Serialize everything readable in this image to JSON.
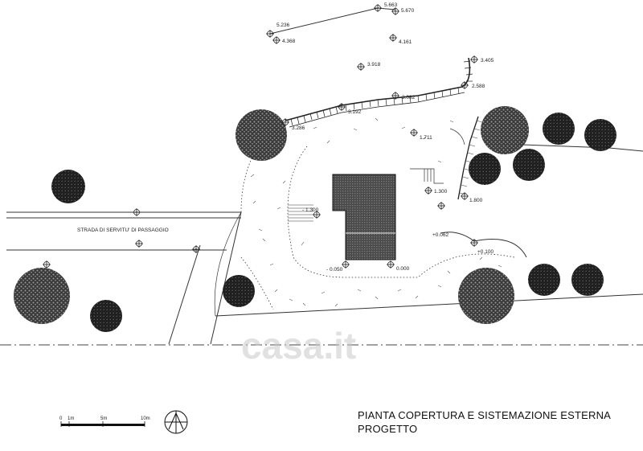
{
  "title": {
    "line1": "PIANTA COPERTURA E SISTEMAZIONE ESTERNA",
    "line2": "PROGETTO"
  },
  "road_label": "STRADA DI SERVITU' DI PASSAGGIO",
  "watermark": "casa.it",
  "scale_bar": {
    "labels": [
      "0",
      "1m",
      "5m",
      "10m"
    ]
  },
  "north_arrow": {
    "icon": "north-arrow-icon"
  },
  "elevations": [
    {
      "id": "e5663",
      "text": "5.663"
    },
    {
      "id": "e5670",
      "text": "5.670"
    },
    {
      "id": "e5236",
      "text": "5.236"
    },
    {
      "id": "e4368",
      "text": "4.368"
    },
    {
      "id": "e4161",
      "text": "4.161"
    },
    {
      "id": "e3918",
      "text": "3.918"
    },
    {
      "id": "e3405",
      "text": "3.405"
    },
    {
      "id": "e2588",
      "text": "2.588"
    },
    {
      "id": "e3082",
      "text": "3.082"
    },
    {
      "id": "e3192",
      "text": "3.192"
    },
    {
      "id": "e3286",
      "text": "3.286"
    },
    {
      "id": "e1711",
      "text": "1.711"
    },
    {
      "id": "e1300a",
      "text": "1.300"
    },
    {
      "id": "e1800",
      "text": "1.800"
    },
    {
      "id": "e1300b",
      "text": "- 1.300"
    },
    {
      "id": "e0062",
      "text": "+0.062"
    },
    {
      "id": "e0100",
      "text": "+0.100"
    },
    {
      "id": "e0050",
      "text": "- 0.050"
    },
    {
      "id": "e0000",
      "text": "0.000"
    }
  ]
}
